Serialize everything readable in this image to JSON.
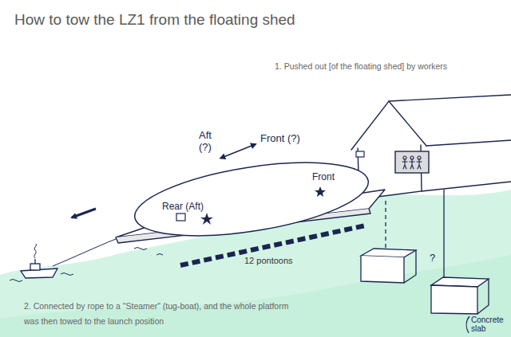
{
  "diagram": {
    "title": "How to tow the LZ1 from the floating shed",
    "nodes": [
      {
        "text": [
          "Rear (Aft)",
          "Front"
        ]
      },
      {
        "text": [
          "Concrete slab"
        ]
      }
    ],
    "labels": [
      "1. Pushed out [of the floating shed] by workers",
      "Aft (?)",
      "Front (?)",
      "12 pontoons",
      "?",
      "2. Connected by rope to a \"Steamer\" (tug-boat), and the whole platform was then towed to the launch position"
    ]
  }
}
